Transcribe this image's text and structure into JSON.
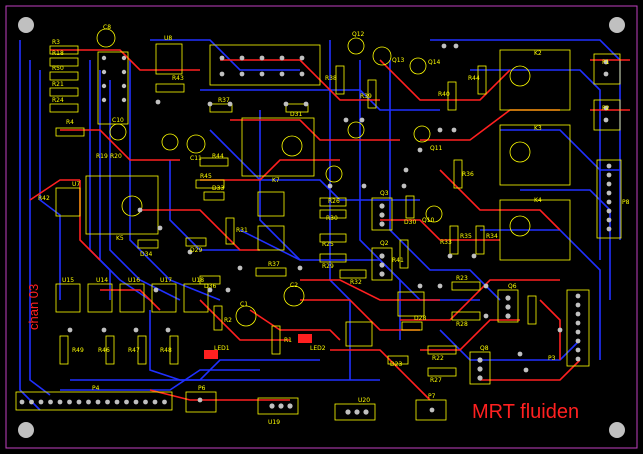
{
  "board": {
    "title": "MRT fluiden",
    "side_label": "chan 03"
  },
  "colors": {
    "background": "#000000",
    "outline": "#c040c0",
    "top_trace": "#ff2020",
    "bottom_trace": "#2030ff",
    "silkscreen": "#ffff00",
    "pad": "#c0c0c0",
    "big_text": "#ff2020"
  },
  "components": [
    "C8",
    "U8",
    "R18",
    "R50",
    "R21",
    "R24",
    "R4",
    "R19",
    "R20",
    "C10",
    "R43",
    "R37",
    "D31",
    "Q12",
    "R38",
    "R39",
    "Q13",
    "Q14",
    "R40",
    "R44",
    "K2",
    "P1",
    "P2",
    "K3",
    "C11",
    "R44",
    "R45",
    "D33",
    "K7",
    "R26",
    "R30",
    "R25",
    "R29",
    "R32",
    "Q3",
    "Q2",
    "R41",
    "D30",
    "R33",
    "U7",
    "R42",
    "K5",
    "D29",
    "D34",
    "U15",
    "U14",
    "U16",
    "U17",
    "U18",
    "D36",
    "C1",
    "C2",
    "R37",
    "LED1",
    "LED2",
    "R1",
    "R46",
    "R47",
    "R48",
    "R49",
    "P4",
    "P6",
    "U19",
    "U20",
    "P7",
    "P3",
    "Q6",
    "R28",
    "R23",
    "D28",
    "D23",
    "R22",
    "R27",
    "Q8",
    "K4",
    "P8",
    "Q11",
    "Q10",
    "R34",
    "R35",
    "R36",
    "R31",
    "R2",
    "R3"
  ]
}
